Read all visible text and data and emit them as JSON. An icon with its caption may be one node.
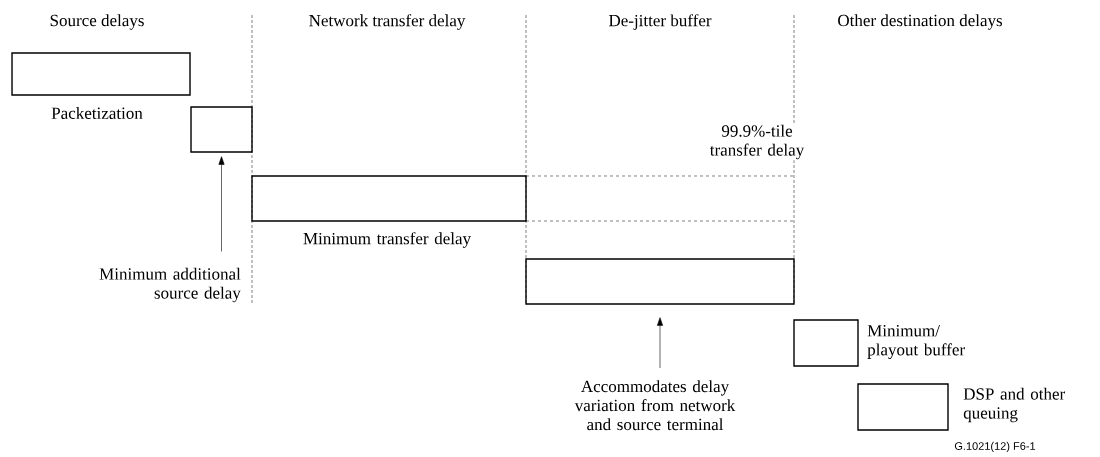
{
  "diagram": {
    "nodes": [
      {
        "text": [],
        "shape": "box",
        "beside": [
          "Packetization"
        ]
      },
      {
        "text": [],
        "shape": "box"
      },
      {
        "text": [
          "Minimum additional source delay"
        ]
      },
      {
        "text": [],
        "shape": "box",
        "beside": [
          "Minimum transfer delay"
        ]
      },
      {
        "text": [],
        "shape": "box"
      },
      {
        "text": [
          "Accommodates delay variation from network and source terminal"
        ]
      },
      {
        "text": [],
        "shape": "box",
        "beside": [
          "Minimum/ playout buffer"
        ]
      },
      {
        "text": [],
        "shape": "box",
        "beside": [
          "DSP and other queuing"
        ]
      }
    ],
    "edges": [
      {
        "from": 2,
        "to": 1,
        "arrow": "to"
      },
      {
        "from": 5,
        "to": 4,
        "arrow": "to"
      }
    ],
    "labels": [
      "Source delays",
      "Network transfer delay",
      "De-jitter buffer",
      "Other destination delays",
      "99.9%-tile transfer delay",
      "G.1021(12)  F6-1"
    ]
  }
}
